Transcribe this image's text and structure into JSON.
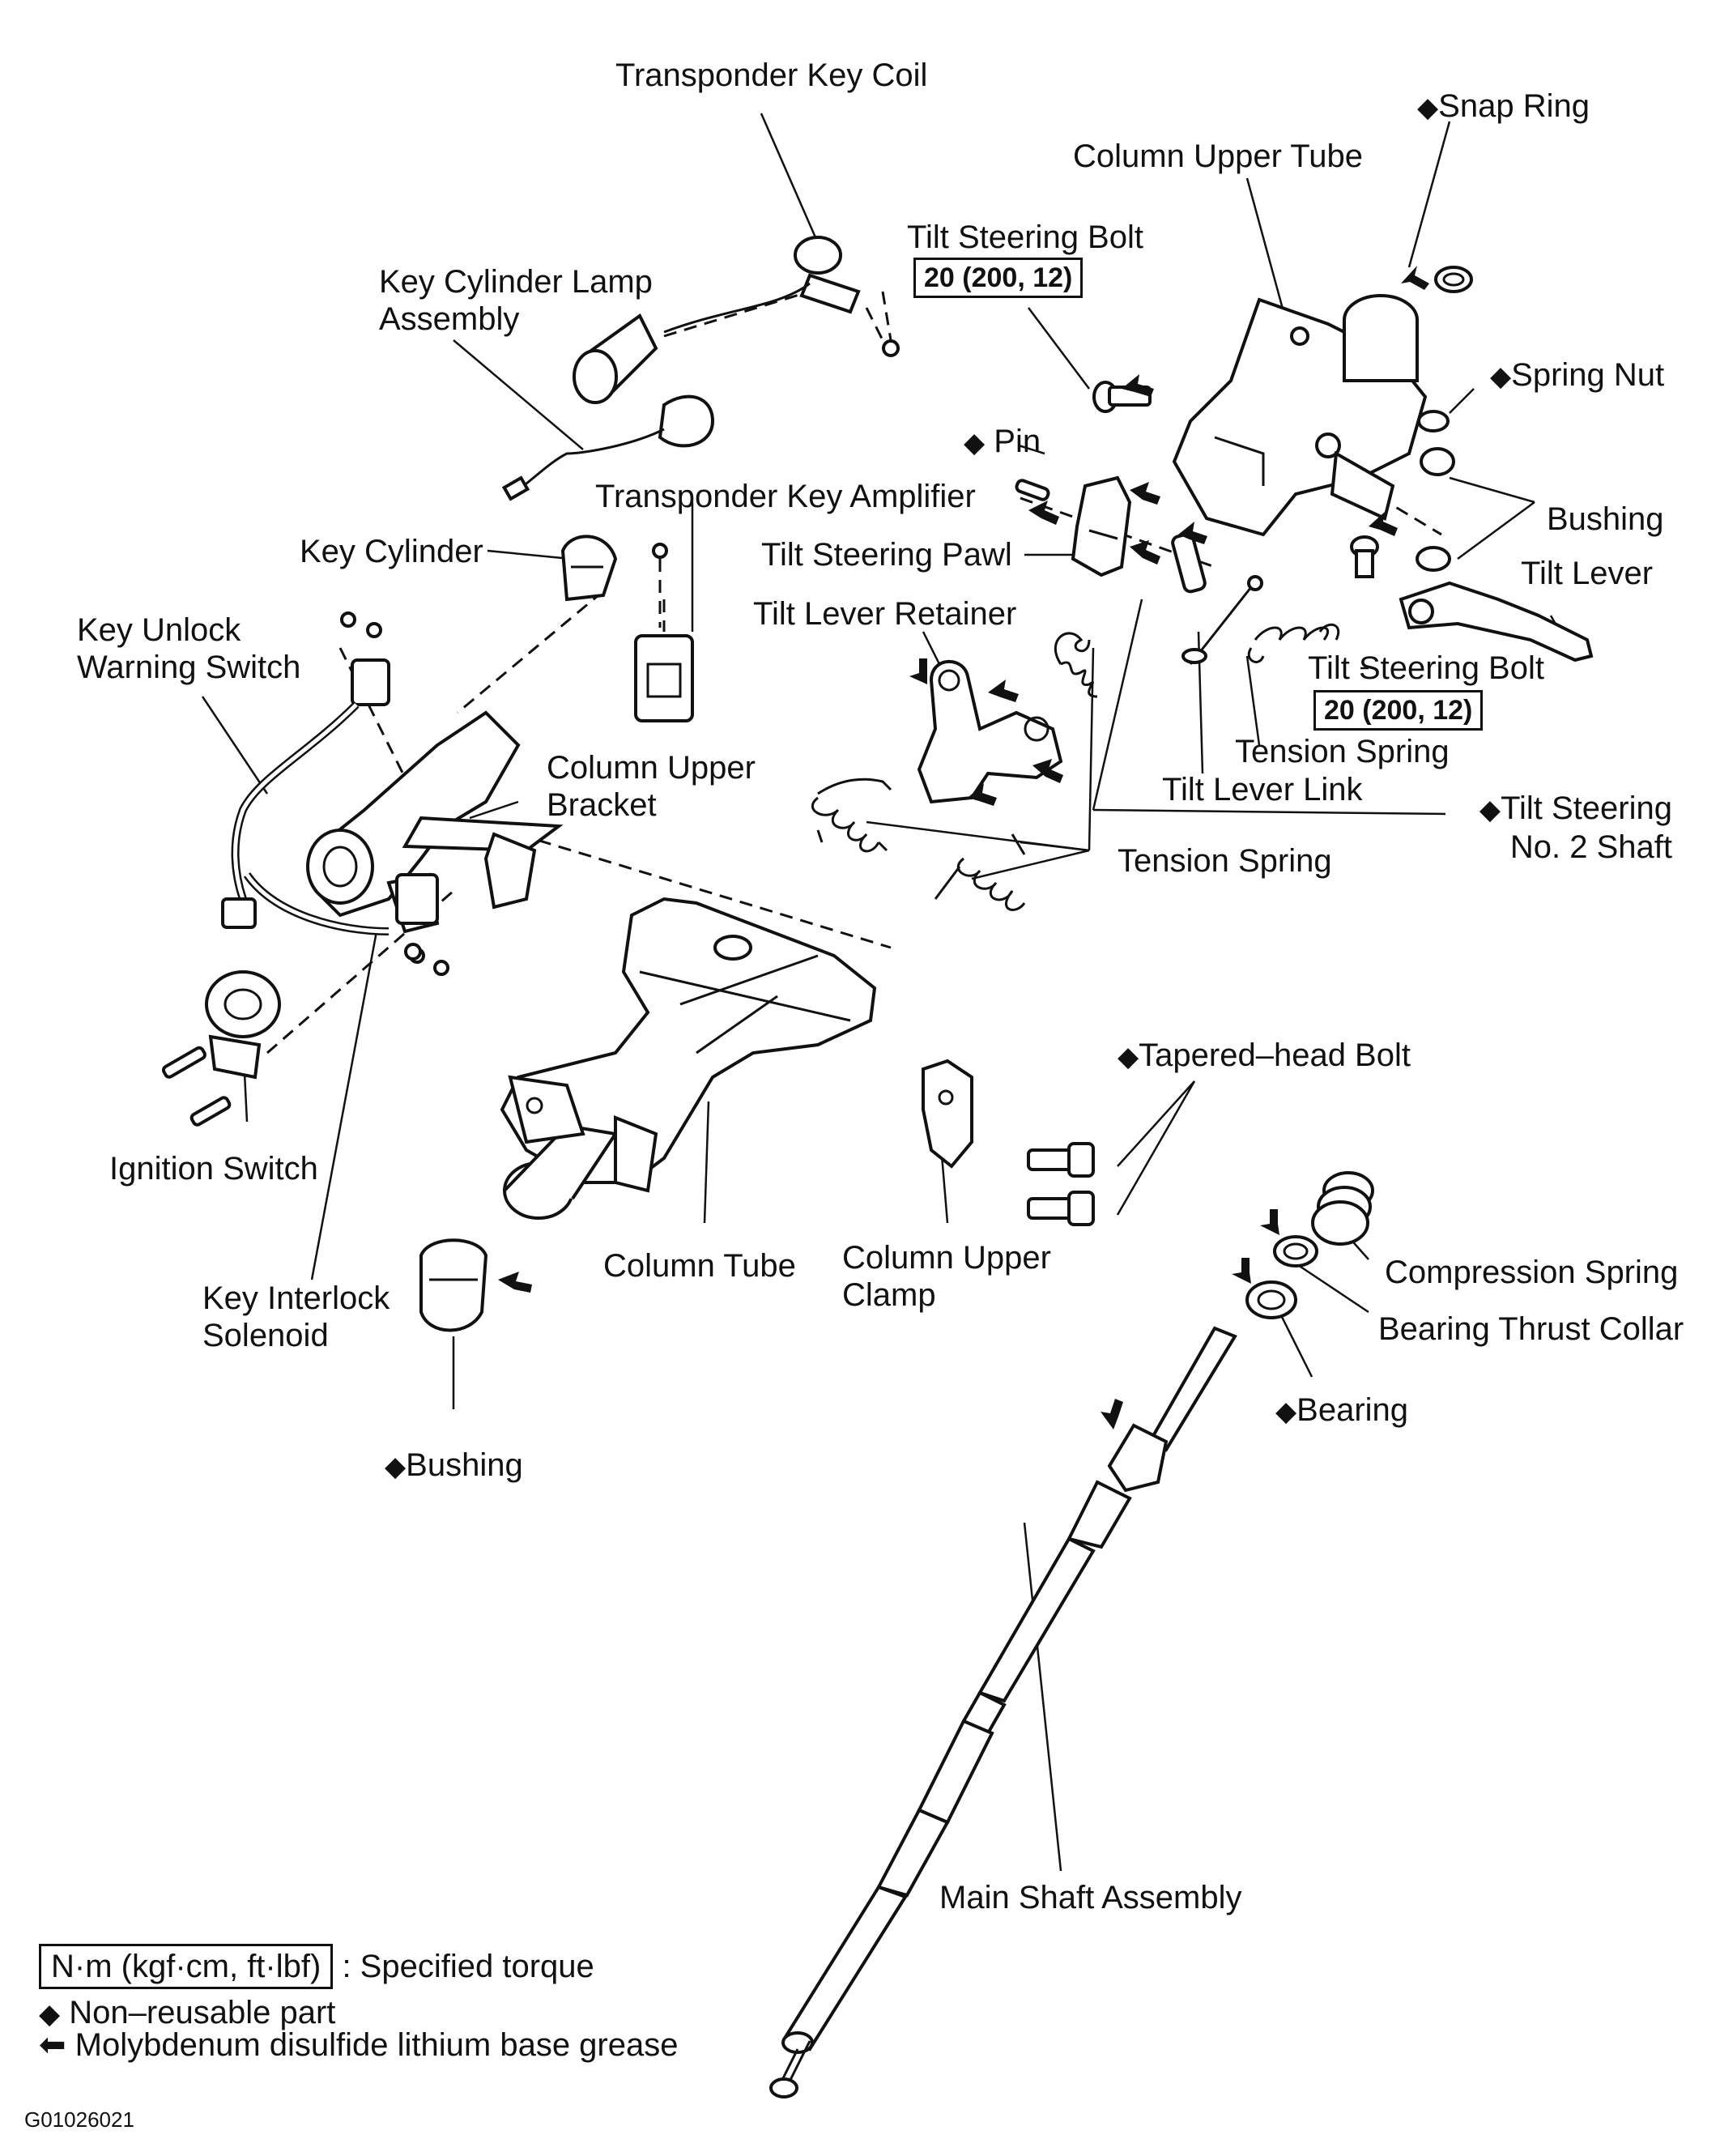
{
  "labels": {
    "transponder_key_coil": "Transponder Key Coil",
    "snap_ring": "Snap Ring",
    "column_upper_tube": "Column Upper Tube",
    "tilt_steering_bolt_top": "Tilt Steering Bolt",
    "torque_top": "20 (200, 12)",
    "key_cylinder_lamp_assembly": "Key Cylinder Lamp Assembly",
    "spring_nut": "Spring Nut",
    "pin": "Pin",
    "transponder_key_amplifier": "Transponder Key Amplifier",
    "bushing_right": "Bushing",
    "key_cylinder": "Key Cylinder",
    "tilt_steering_pawl": "Tilt Steering Pawl",
    "tilt_lever": "Tilt Lever",
    "tilt_lever_retainer": "Tilt Lever Retainer",
    "key_unlock_warning_switch": "Key Unlock Warning Switch",
    "tilt_steering_bolt_right": "Tilt Steering Bolt",
    "torque_right": "20 (200, 12)",
    "column_upper_bracket": "Column Upper Bracket",
    "tension_spring_right": "Tension Spring",
    "tilt_lever_link": "Tilt Lever Link",
    "tilt_steering_no2_shaft": "Tilt Steering No. 2 Shaft",
    "tension_spring_lower": "Tension Spring",
    "tapered_head_bolt": "Tapered–head Bolt",
    "ignition_switch": "Ignition Switch",
    "compression_spring": "Compression Spring",
    "column_tube": "Column Tube",
    "column_upper_clamp": "Column Upper Clamp",
    "key_interlock_solenoid": "Key Interlock Solenoid",
    "bearing_thrust_collar": "Bearing Thrust Collar",
    "bearing": "Bearing",
    "bushing_left": "Bushing",
    "main_shaft_assembly": "Main Shaft Assembly"
  },
  "symbols": {
    "non_reusable": "◆",
    "grease_arrow": "⬅"
  },
  "legend": {
    "torque_unit": "N·m (kgf·cm, ft·lbf)",
    "torque_desc": ": Specified torque",
    "non_reusable": "Non–reusable part",
    "grease": "Molybdenum disulfide lithium base grease"
  },
  "figure_code": "G01026021"
}
